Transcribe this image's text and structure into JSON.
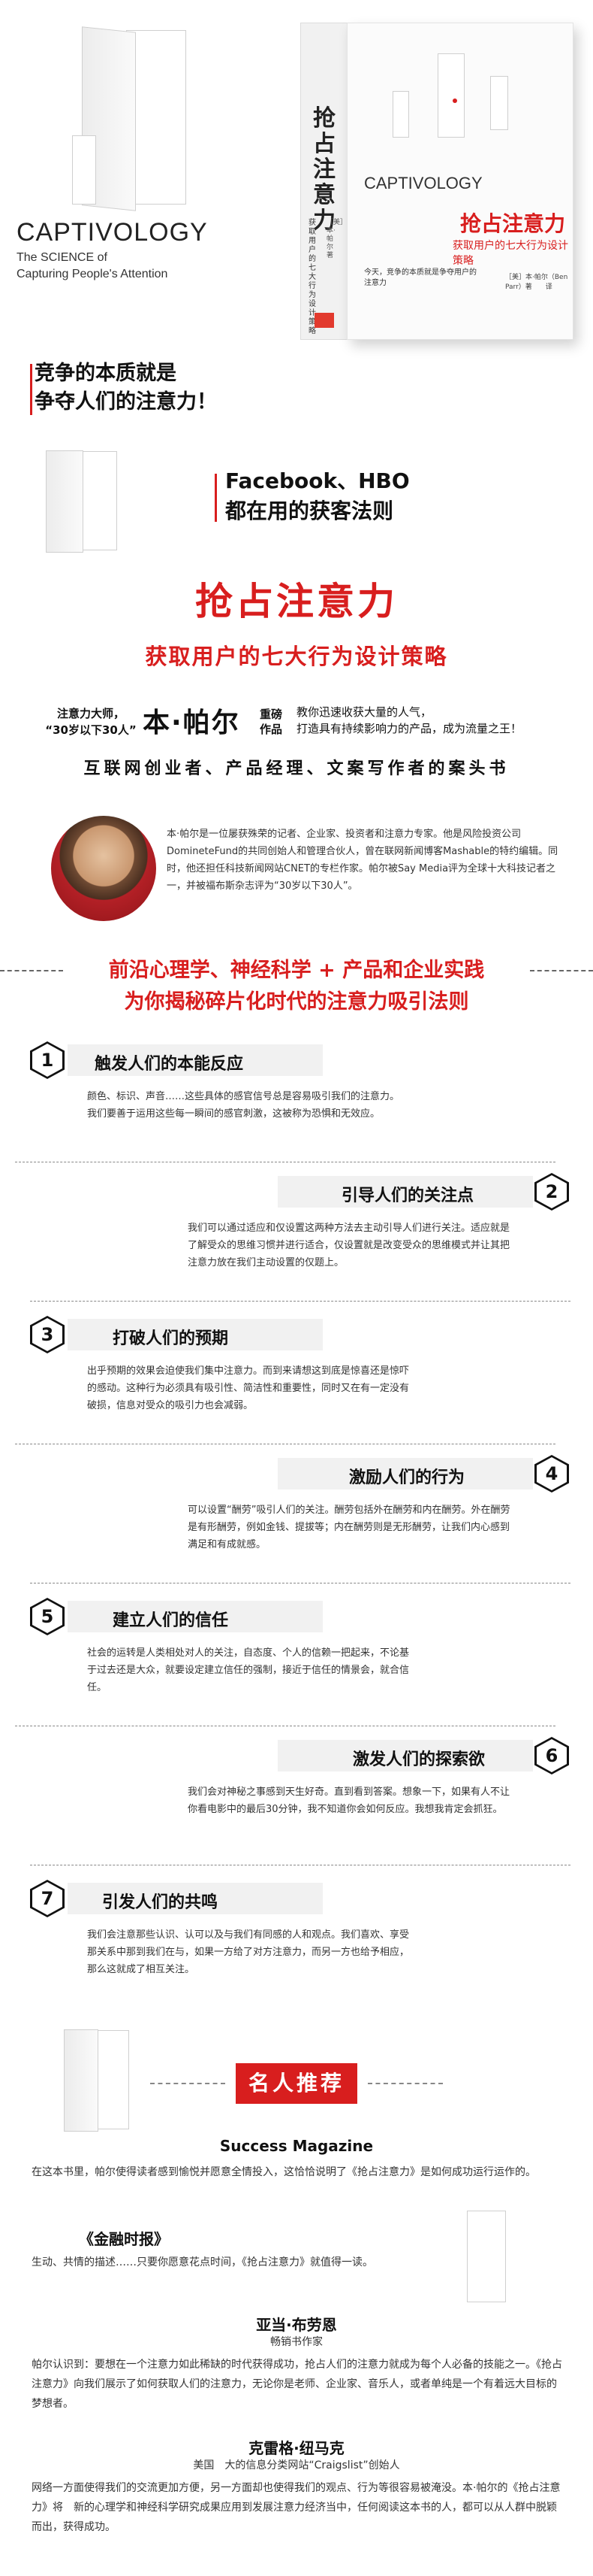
{
  "hero": {
    "title_en": "CAPTIVOLOGY",
    "sub_en_1": "The SCIENCE of",
    "sub_en_2": "Capturing People's Attention",
    "cover_title_en": "CAPTIVOLOGY",
    "cover_title_cn": "抢占注意力",
    "cover_sub_cn": "获取用户的七大行为设计策略",
    "cover_quote": "今天，竞争的本质就是争夺用户的注意力",
    "cover_author": "［美］本·帕尔（Ben Parr）著　　译",
    "spine_title": "抢占注意力",
    "spine_sub": "获取用户的七大行为设计策略",
    "spine_author": "［美］本·帕尔　著"
  },
  "slogans": {
    "line1": "竞争的本质就是",
    "line2": "争夺人们的注意力！",
    "line3": "Facebook、HBO",
    "line4": "都在用的获客法则"
  },
  "main": {
    "title": "抢占注意力",
    "subtitle": "获取用户的七大行为设计策略"
  },
  "intro": {
    "left_1": "注意力大师，",
    "left_2": "“30岁以下30人”",
    "name": "本·帕尔",
    "works_1": "重磅",
    "works_2": "作品",
    "right_1": "教你迅速收获大量的人气，",
    "right_2": "打造具有持续影响力的产品，成为流量之王！",
    "tagline": "互联网创业者、产品经理、文案写作者的案头书"
  },
  "bio": {
    "text": "本·帕尔是一位屡获殊荣的记者、企业家、投资者和注意力专家。他是风险投资公司DomineteFund的共同创始人和管理合伙人，曾在联网新闻博客Mashable的特约编辑。同时，他还担任科技新闻网站CNET的专栏作家。帕尔被Say Media评为全球十大科技记者之一，并被福布斯杂志评为“30岁以下30人”。"
  },
  "banner": {
    "line1": "前沿心理学、神经科学 + 产品和企业实践",
    "line2": "为你揭秘碎片化时代的注意力吸引法则"
  },
  "strategies": [
    {
      "num": "1",
      "title": "触发人们的本能反应",
      "text": "颜色、标识、声音……这些具体的感官信号总是容易吸引我们的注意力。我们要善于运用这些每一瞬间的感官刺激，这被称为恐惧和无效应。"
    },
    {
      "num": "2",
      "title": "引导人们的关注点",
      "text": "我们可以通过适应和仅设置这两种方法去主动引导人们进行关注。适应就是了解受众的思维习惯并进行适合，仅设置就是改变受众的思维模式并让其把注意力放在我们主动设置的仅题上。"
    },
    {
      "num": "3",
      "title": "打破人们的预期",
      "text": "出乎预期的效果会迫使我们集中注意力。而到来请想这到底是惊喜还是惊吓的感动。这种行为必须具有吸引性、简洁性和重要性，同时又在有一定没有破损，信息对受众的吸引力也会减弱。"
    },
    {
      "num": "4",
      "title": "激励人们的行为",
      "text": "可以设置“酬劳”吸引人们的关注。酬劳包括外在酬劳和内在酬劳。外在酬劳是有形酬劳，例如金钱、提拔等；内在酬劳则是无形酬劳，让我们内心感到满足和有成就感。"
    },
    {
      "num": "5",
      "title": "建立人们的信任",
      "text": "社会的运转是人类相处对人的关注，自态度、个人的信赖一把起来，不论基于过去还是大众，就要设定建立信任的强制，接近于信任的情景会，就合信任。"
    },
    {
      "num": "6",
      "title": "激发人们的探索欲",
      "text": "我们会对神秘之事感到天生好奇。直到看到答案。想象一下，如果有人不让你看电影中的最后30分钟，我不知道你会如何反应。我想我肯定会抓狂。"
    },
    {
      "num": "7",
      "title": "引发人们的共鸣",
      "text": "我们会注意那些认识、认可以及与我们有同感的人和观点。我们喜欢、享受那关系中那到我们在与，如果一方给了对方注意力，而另一方也给予相应，那么这就成了相互关注。"
    }
  ],
  "recs_title": "名人推荐",
  "recs": [
    {
      "name": "Success Magazine",
      "role": "",
      "quote": "在这本书里，帕尔使得读者感到愉悦并愿意全情投入，这恰恰说明了《抢占注意力》是如何成功运行运作的。"
    },
    {
      "name": "《金融时报》",
      "role": "",
      "quote": "生动、共情的描述……只要你愿意花点时间，《抢占注意力》就值得一读。"
    },
    {
      "name": "亚当·布劳恩",
      "role": "畅销书作家",
      "quote": "帕尔认识到：要想在一个注意力如此稀缺的时代获得成功，抢占人们的注意力就成为每个人必备的技能之一。《抢占注意力》向我们展示了如何获取人们的注意力，无论你是老师、企业家、音乐人，或者单纯是一个有着远大目标的梦想者。"
    },
    {
      "name": "克雷格·纽马克",
      "role": "美国　大的信息分类网站“Craigslist”创始人",
      "quote": "网络一方面使得我们的交流更加方便，另一方面却也使得我们的观点、行为等很容易被淹没。本·帕尔的《抢占注意力》将　新的心理学和神经科学研究成果应用到发展注意力经济当中，任何阅读这本书的人，都可以从人群中脱颖而出，获得成功。"
    }
  ]
}
